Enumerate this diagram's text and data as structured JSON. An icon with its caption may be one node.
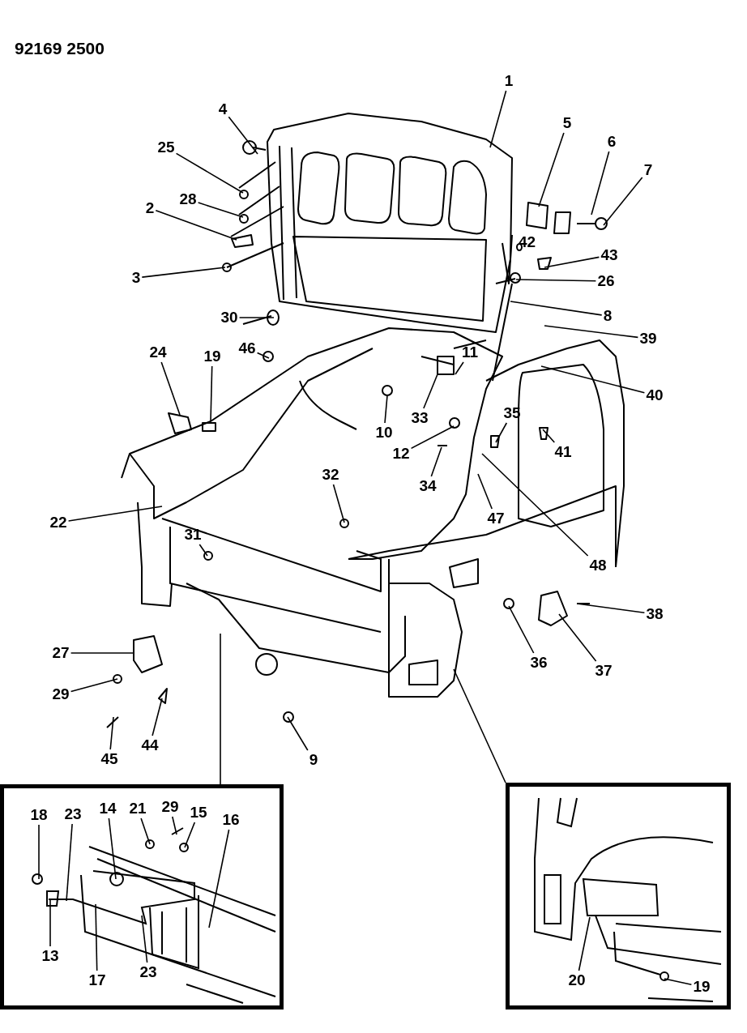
{
  "diagram": {
    "nodes": [
      {
        "text": [
          "1"
        ]
      },
      {
        "text": [
          "4"
        ]
      },
      {
        "text": [
          "5"
        ]
      },
      {
        "text": [
          "6"
        ]
      },
      {
        "text": [
          "25"
        ]
      },
      {
        "text": [
          "7"
        ]
      },
      {
        "text": [
          "28"
        ]
      },
      {
        "text": [
          "2"
        ]
      },
      {
        "text": [
          "43"
        ]
      },
      {
        "text": [
          "3"
        ]
      },
      {
        "text": [
          "26"
        ]
      },
      {
        "text": [
          "30"
        ]
      },
      {
        "text": [
          "8"
        ]
      },
      {
        "text": [
          "46"
        ]
      },
      {
        "text": [
          "39"
        ]
      },
      {
        "text": [
          "24"
        ]
      },
      {
        "text": [
          "19"
        ]
      },
      {
        "text": [
          "11"
        ]
      },
      {
        "text": [
          "40"
        ]
      },
      {
        "text": [
          "33"
        ]
      },
      {
        "text": [
          "10"
        ]
      },
      {
        "text": [
          "35"
        ]
      },
      {
        "text": [
          "41"
        ]
      },
      {
        "text": [
          "12"
        ]
      },
      {
        "text": [
          "32"
        ]
      },
      {
        "text": [
          "34"
        ]
      },
      {
        "text": [
          "47"
        ]
      },
      {
        "text": [
          "22"
        ]
      },
      {
        "text": [
          "31"
        ]
      },
      {
        "text": [
          "48"
        ]
      },
      {
        "text": [
          "38"
        ]
      },
      {
        "text": [
          "27"
        ]
      },
      {
        "text": [
          "36"
        ]
      },
      {
        "text": [
          "37"
        ]
      },
      {
        "text": [
          "29"
        ]
      },
      {
        "text": [
          "44"
        ]
      },
      {
        "text": [
          "45"
        ]
      },
      {
        "text": [
          "9"
        ]
      },
      {
        "text": [],
        "shape": "box"
      },
      {
        "text": [
          "18"
        ],
        "in": 38
      },
      {
        "text": [
          "23"
        ],
        "in": 38
      },
      {
        "text": [
          "14"
        ],
        "in": 38
      },
      {
        "text": [
          "21"
        ],
        "in": 38
      },
      {
        "text": [
          "29"
        ],
        "in": 38
      },
      {
        "text": [
          "15"
        ],
        "in": 38
      },
      {
        "text": [
          "16"
        ],
        "in": 38
      },
      {
        "text": [
          "13"
        ],
        "in": 38
      },
      {
        "text": [
          "17"
        ],
        "in": 38
      },
      {
        "text": [
          "23"
        ],
        "in": 38
      },
      {
        "text": [],
        "shape": "box"
      },
      {
        "text": [
          "20"
        ],
        "in": 49
      },
      {
        "text": [
          "19"
        ],
        "in": 49
      }
    ],
    "edges": [
      {
        "from": 0,
        "to": null,
        "arrow": "none"
      },
      {
        "from": 1,
        "to": null,
        "arrow": "none"
      },
      {
        "from": 2,
        "to": null,
        "arrow": "none"
      },
      {
        "from": 3,
        "to": null,
        "arrow": "none"
      },
      {
        "from": 4,
        "to": null,
        "arrow": "none"
      },
      {
        "from": 5,
        "to": null,
        "arrow": "none"
      },
      {
        "from": 6,
        "to": null,
        "arrow": "none"
      },
      {
        "from": 7,
        "to": null,
        "arrow": "none"
      },
      {
        "from": 8,
        "to": null,
        "arrow": "none"
      },
      {
        "from": 9,
        "to": null,
        "arrow": "none"
      },
      {
        "from": 10,
        "to": null,
        "arrow": "none"
      },
      {
        "from": 11,
        "to": null,
        "arrow": "none"
      },
      {
        "from": 12,
        "to": null,
        "arrow": "none"
      },
      {
        "from": 13,
        "to": null,
        "arrow": "none"
      },
      {
        "from": 14,
        "to": null,
        "arrow": "none"
      },
      {
        "from": 15,
        "to": null,
        "arrow": "none"
      },
      {
        "from": 16,
        "to": null,
        "arrow": "none"
      },
      {
        "from": 17,
        "to": null,
        "arrow": "none"
      },
      {
        "from": 18,
        "to": null,
        "arrow": "none"
      },
      {
        "from": 19,
        "to": null,
        "arrow": "none"
      },
      {
        "from": 20,
        "to": null,
        "arrow": "none"
      },
      {
        "from": 21,
        "to": null,
        "arrow": "none"
      },
      {
        "from": 22,
        "to": null,
        "arrow": "none"
      },
      {
        "from": 23,
        "to": null,
        "arrow": "none"
      },
      {
        "from": 24,
        "to": null,
        "arrow": "none"
      },
      {
        "from": 25,
        "to": null,
        "arrow": "none"
      },
      {
        "from": 26,
        "to": null,
        "arrow": "none"
      },
      {
        "from": 27,
        "to": null,
        "arrow": "none"
      },
      {
        "from": 28,
        "to": null,
        "arrow": "none"
      },
      {
        "from": 29,
        "to": null,
        "arrow": "none"
      },
      {
        "from": 30,
        "to": null,
        "arrow": "none"
      },
      {
        "from": 31,
        "to": null,
        "arrow": "none"
      },
      {
        "from": 32,
        "to": null,
        "arrow": "none"
      },
      {
        "from": 33,
        "to": null,
        "arrow": "none"
      },
      {
        "from": 34,
        "to": null,
        "arrow": "none"
      },
      {
        "from": 35,
        "to": null,
        "arrow": "none"
      },
      {
        "from": 36,
        "to": null,
        "arrow": "none"
      },
      {
        "from": 37,
        "to": null,
        "arrow": "none"
      },
      {
        "from": 39,
        "to": null,
        "arrow": "none"
      },
      {
        "from": 40,
        "to": null,
        "arrow": "none"
      },
      {
        "from": 41,
        "to": null,
        "arrow": "none"
      },
      {
        "from": 42,
        "to": null,
        "arrow": "none"
      },
      {
        "from": 43,
        "to": null,
        "arrow": "none"
      },
      {
        "from": 44,
        "to": null,
        "arrow": "none"
      },
      {
        "from": 45,
        "to": null,
        "arrow": "none"
      },
      {
        "from": 46,
        "to": null,
        "arrow": "none"
      },
      {
        "from": 47,
        "to": null,
        "arrow": "none"
      },
      {
        "from": 48,
        "to": null,
        "arrow": "none"
      },
      {
        "from": 50,
        "to": null,
        "arrow": "none"
      },
      {
        "from": 51,
        "to": null,
        "arrow": "none"
      },
      {
        "from": null,
        "to": 38,
        "arrow": "none"
      },
      {
        "from": null,
        "to": 49,
        "arrow": "none"
      }
    ],
    "labels": [
      "92169 2500",
      "42"
    ]
  }
}
